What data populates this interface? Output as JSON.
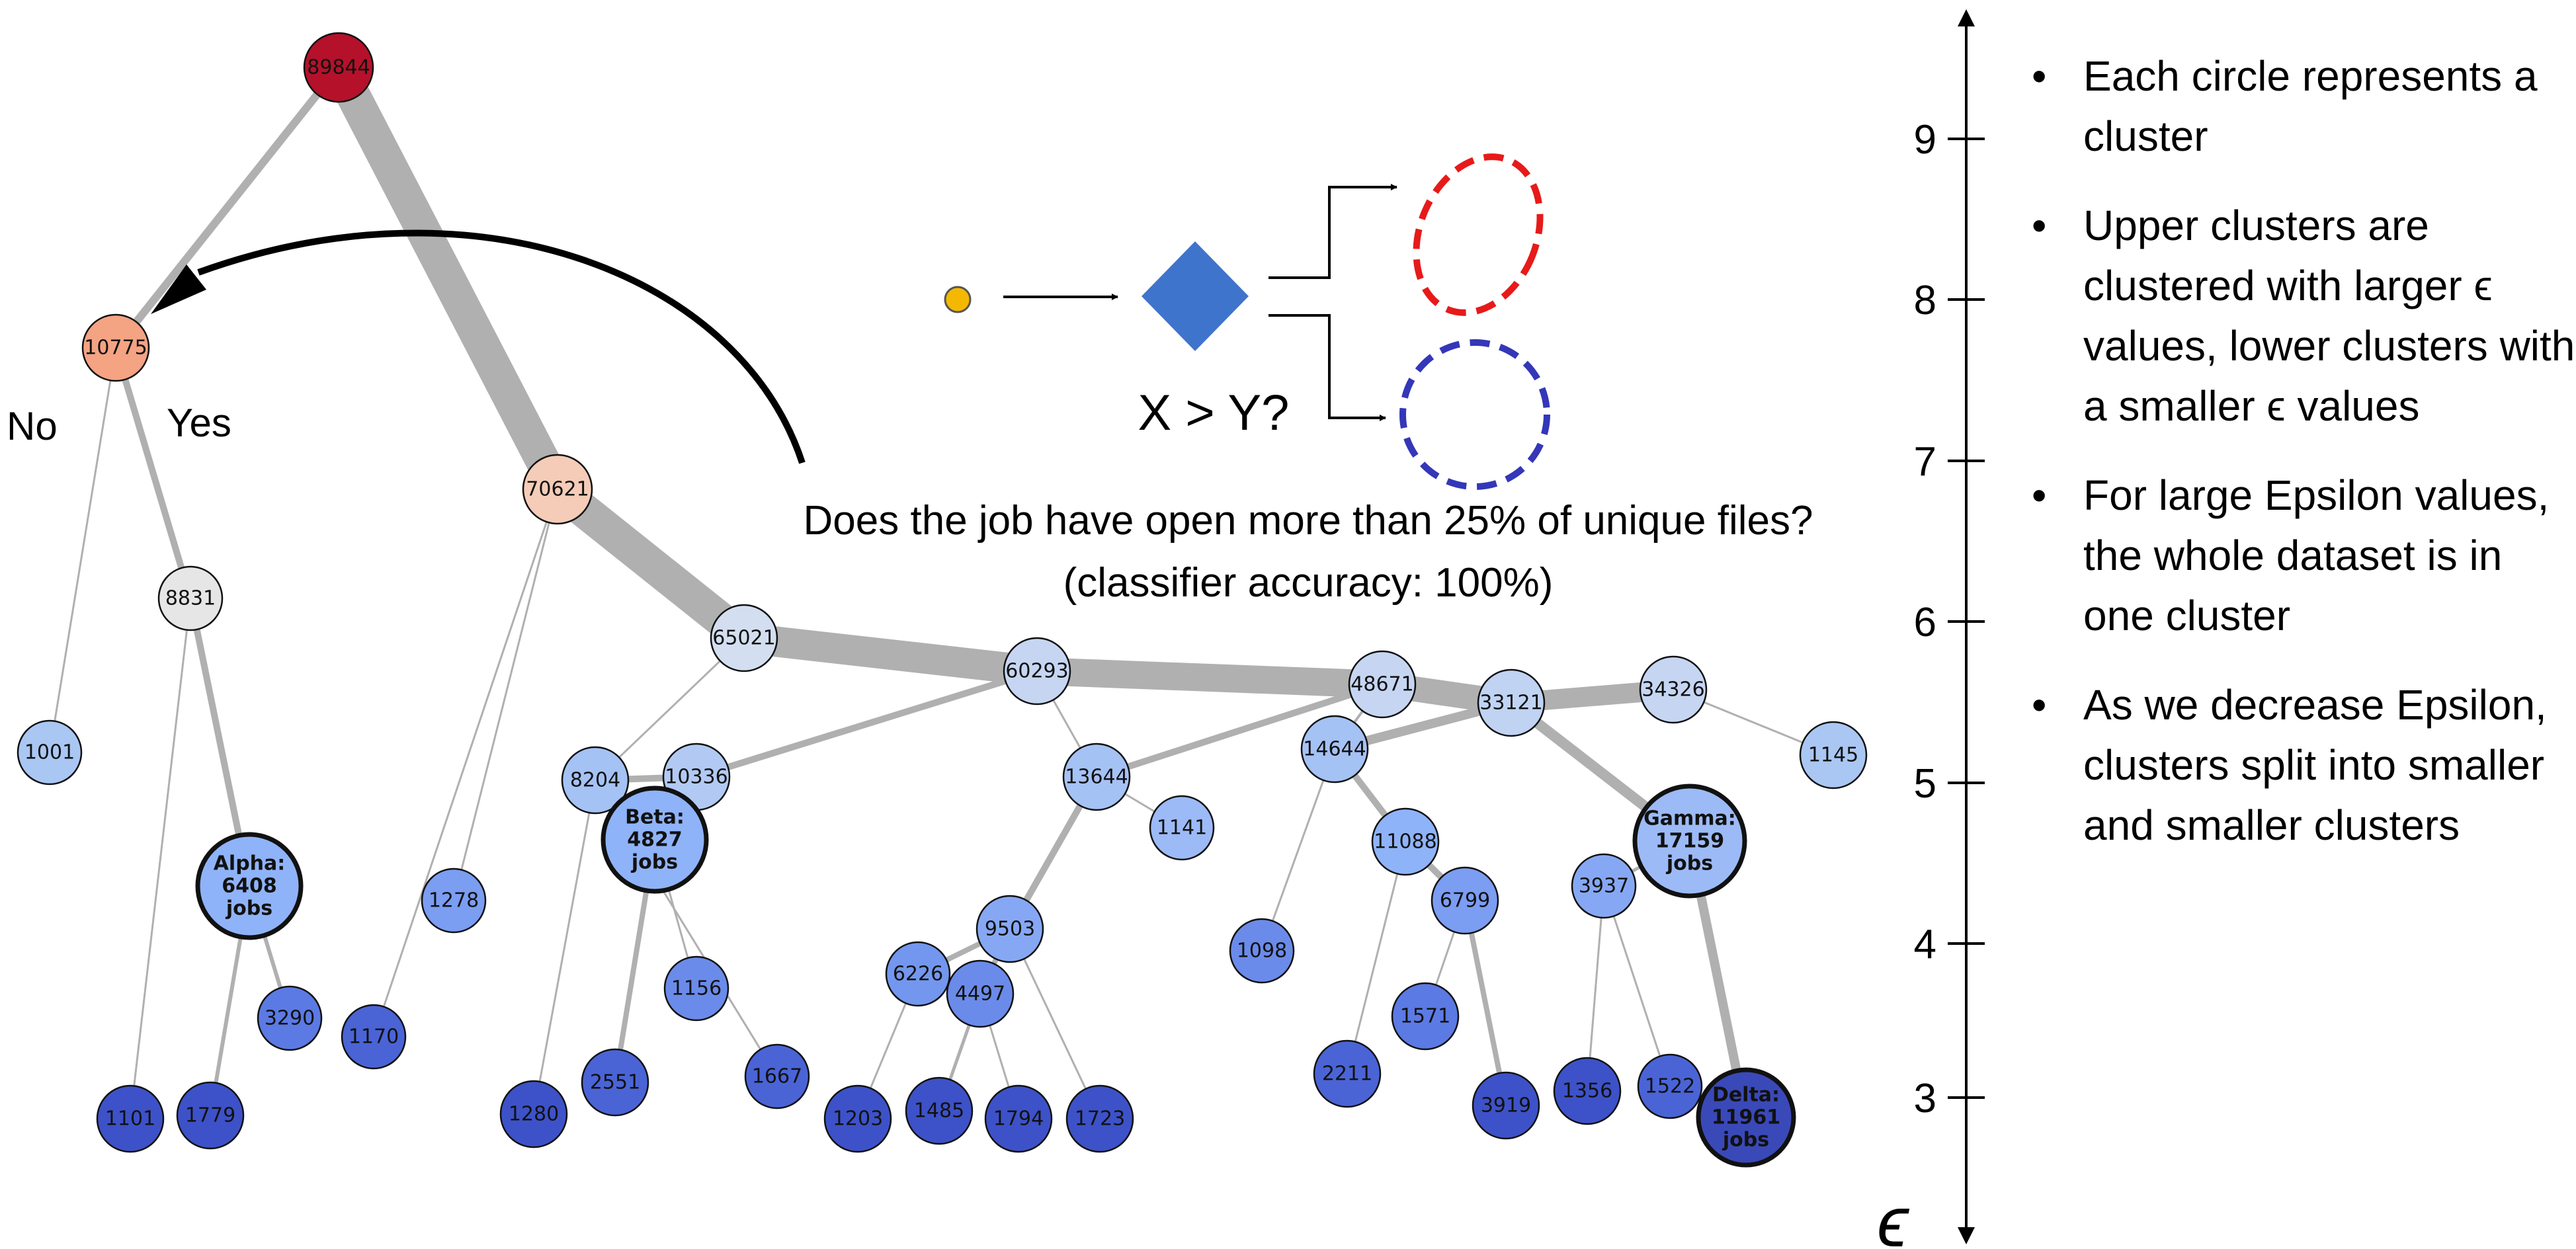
{
  "labels": {
    "no": "No",
    "yes": "Yes",
    "decision_condition": "X > Y?",
    "question": "Does the job have open more than 25% of unique files?",
    "accuracy": "(classifier accuracy: 100%)"
  },
  "epsilon_axis": {
    "symbol": "ϵ",
    "ticks": [
      "9",
      "8",
      "7",
      "6",
      "5",
      "4",
      "3"
    ]
  },
  "bullets": [
    {
      "text": "Each circle represents a cluster"
    },
    {
      "text": "Upper clusters are clustered with larger ϵ values, lower clusters with a smaller ϵ values"
    },
    {
      "text": "For large Epsilon values, the whole dataset is in one cluster"
    },
    {
      "text": "As we decrease Epsilon, clusters split into smaller and smaller clusters"
    }
  ],
  "bullet_symbol": "•",
  "nodes": [
    {
      "id": "89844",
      "label": "89844",
      "color": "#b5112a"
    },
    {
      "id": "10775",
      "label": "10775",
      "color": "#f4a383"
    },
    {
      "id": "70621",
      "label": "70621",
      "color": "#f4ccb8"
    },
    {
      "id": "8831",
      "label": "8831",
      "color": "#e6e6e6"
    },
    {
      "id": "1001",
      "label": "1001",
      "color": "#aac7f3"
    },
    {
      "id": "alpha",
      "label": "Alpha:",
      "label2": "6408",
      "label3": "jobs",
      "color": "#8fb3f8"
    },
    {
      "id": "1101",
      "label": "1101",
      "color": "#3d52c8"
    },
    {
      "id": "1779",
      "label": "1779",
      "color": "#3d52c8"
    },
    {
      "id": "3290",
      "label": "3290",
      "color": "#5b7ae3"
    },
    {
      "id": "65021",
      "label": "65021",
      "color": "#d3dff0"
    },
    {
      "id": "1278",
      "label": "1278",
      "color": "#7b9df2"
    },
    {
      "id": "1170",
      "label": "1170",
      "color": "#4a64d6"
    },
    {
      "id": "60293",
      "label": "60293",
      "color": "#c6d6f2"
    },
    {
      "id": "8204",
      "label": "8204",
      "color": "#a5c2f5"
    },
    {
      "id": "10336",
      "label": "10336",
      "color": "#b2caf3"
    },
    {
      "id": "beta",
      "label": "Beta:",
      "label2": "4827",
      "label3": "jobs",
      "color": "#8fb3f8"
    },
    {
      "id": "1280",
      "label": "1280",
      "color": "#3d52c8"
    },
    {
      "id": "2551",
      "label": "2551",
      "color": "#4a64d6"
    },
    {
      "id": "1156",
      "label": "1156",
      "color": "#6b8bea"
    },
    {
      "id": "1667",
      "label": "1667",
      "color": "#4a64d6"
    },
    {
      "id": "13644",
      "label": "13644",
      "color": "#a5c2f5"
    },
    {
      "id": "1141",
      "label": "1141",
      "color": "#9cbaf6"
    },
    {
      "id": "9503",
      "label": "9503",
      "color": "#86a8f4"
    },
    {
      "id": "6226",
      "label": "6226",
      "color": "#7397ee"
    },
    {
      "id": "4497",
      "label": "4497",
      "color": "#6b8bea"
    },
    {
      "id": "1203",
      "label": "1203",
      "color": "#3d52c8"
    },
    {
      "id": "1485",
      "label": "1485",
      "color": "#3d52c8"
    },
    {
      "id": "1794",
      "label": "1794",
      "color": "#3d52c8"
    },
    {
      "id": "1723",
      "label": "1723",
      "color": "#3d52c8"
    },
    {
      "id": "48671",
      "label": "48671",
      "color": "#c6d6f2"
    },
    {
      "id": "33121",
      "label": "33121",
      "color": "#c0d3f3"
    },
    {
      "id": "34326",
      "label": "34326",
      "color": "#c6d6f2"
    },
    {
      "id": "1145",
      "label": "1145",
      "color": "#aac7f3"
    },
    {
      "id": "14644",
      "label": "14644",
      "color": "#a5c2f5"
    },
    {
      "id": "11088",
      "label": "11088",
      "color": "#8fb3f8"
    },
    {
      "id": "6799",
      "label": "6799",
      "color": "#7b9df2"
    },
    {
      "id": "1098",
      "label": "1098",
      "color": "#6b8bea"
    },
    {
      "id": "1571",
      "label": "1571",
      "color": "#5b7ae3"
    },
    {
      "id": "2211",
      "label": "2211",
      "color": "#4a64d6"
    },
    {
      "id": "3919",
      "label": "3919",
      "color": "#3d52c8"
    },
    {
      "id": "gamma",
      "label": "Gamma:",
      "label2": "17159",
      "label3": "jobs",
      "color": "#9cbaf6"
    },
    {
      "id": "3937",
      "label": "3937",
      "color": "#86a8f4"
    },
    {
      "id": "1356",
      "label": "1356",
      "color": "#3d52c8"
    },
    {
      "id": "1522",
      "label": "1522",
      "color": "#4a64d6"
    },
    {
      "id": "delta",
      "label": "Delta:",
      "label2": "11961",
      "label3": "jobs",
      "color": "#3a49b8"
    }
  ]
}
